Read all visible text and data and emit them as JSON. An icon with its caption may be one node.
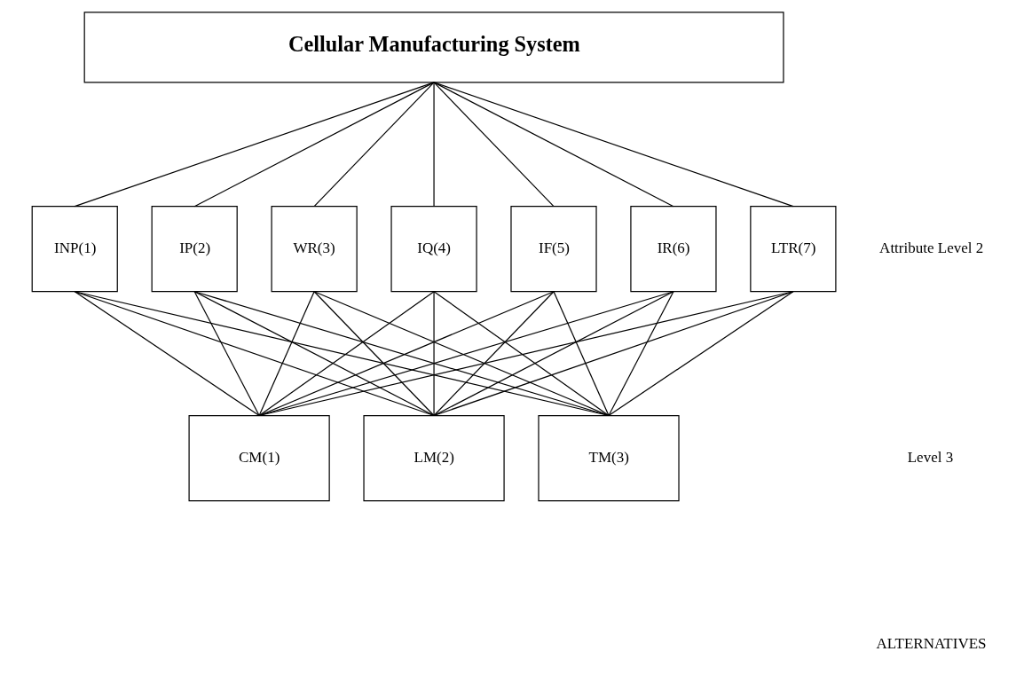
{
  "diagram": {
    "nodes": [
      {
        "text": [
          "Cellular Manufacturing System"
        ]
      },
      {
        "text": [
          "INP(1)"
        ]
      },
      {
        "text": [
          "IP(2)"
        ]
      },
      {
        "text": [
          "WR(3)"
        ]
      },
      {
        "text": [
          "IQ(4)"
        ]
      },
      {
        "text": [
          "IF(5)"
        ]
      },
      {
        "text": [
          "IR(6)"
        ]
      },
      {
        "text": [
          "LTR(7)"
        ]
      },
      {
        "text": [
          "CM(1)"
        ]
      },
      {
        "text": [
          "LM(2)"
        ]
      },
      {
        "text": [
          "TM(3)"
        ]
      }
    ],
    "edges": [
      {
        "from": 0,
        "to": 1,
        "arrow": "none"
      },
      {
        "from": 0,
        "to": 2,
        "arrow": "none"
      },
      {
        "from": 0,
        "to": 3,
        "arrow": "none"
      },
      {
        "from": 0,
        "to": 4,
        "arrow": "none"
      },
      {
        "from": 0,
        "to": 5,
        "arrow": "none"
      },
      {
        "from": 0,
        "to": 6,
        "arrow": "none"
      },
      {
        "from": 0,
        "to": 7,
        "arrow": "none"
      },
      {
        "from": 1,
        "to": 8,
        "arrow": "none"
      },
      {
        "from": 1,
        "to": 9,
        "arrow": "none"
      },
      {
        "from": 1,
        "to": 10,
        "arrow": "none"
      },
      {
        "from": 2,
        "to": 8,
        "arrow": "none"
      },
      {
        "from": 2,
        "to": 9,
        "arrow": "none"
      },
      {
        "from": 2,
        "to": 10,
        "arrow": "none"
      },
      {
        "from": 3,
        "to": 8,
        "arrow": "none"
      },
      {
        "from": 3,
        "to": 9,
        "arrow": "none"
      },
      {
        "from": 3,
        "to": 10,
        "arrow": "none"
      },
      {
        "from": 4,
        "to": 8,
        "arrow": "none"
      },
      {
        "from": 4,
        "to": 9,
        "arrow": "none"
      },
      {
        "from": 4,
        "to": 10,
        "arrow": "none"
      },
      {
        "from": 5,
        "to": 8,
        "arrow": "none"
      },
      {
        "from": 5,
        "to": 9,
        "arrow": "none"
      },
      {
        "from": 5,
        "to": 10,
        "arrow": "none"
      },
      {
        "from": 6,
        "to": 8,
        "arrow": "none"
      },
      {
        "from": 6,
        "to": 9,
        "arrow": "none"
      },
      {
        "from": 6,
        "to": 10,
        "arrow": "none"
      },
      {
        "from": 7,
        "to": 8,
        "arrow": "none"
      },
      {
        "from": 7,
        "to": 9,
        "arrow": "none"
      },
      {
        "from": 7,
        "to": 10,
        "arrow": "none"
      }
    ],
    "labels": [
      "Attribute Level 2",
      "Level 3",
      "ALTERNATIVES"
    ]
  }
}
